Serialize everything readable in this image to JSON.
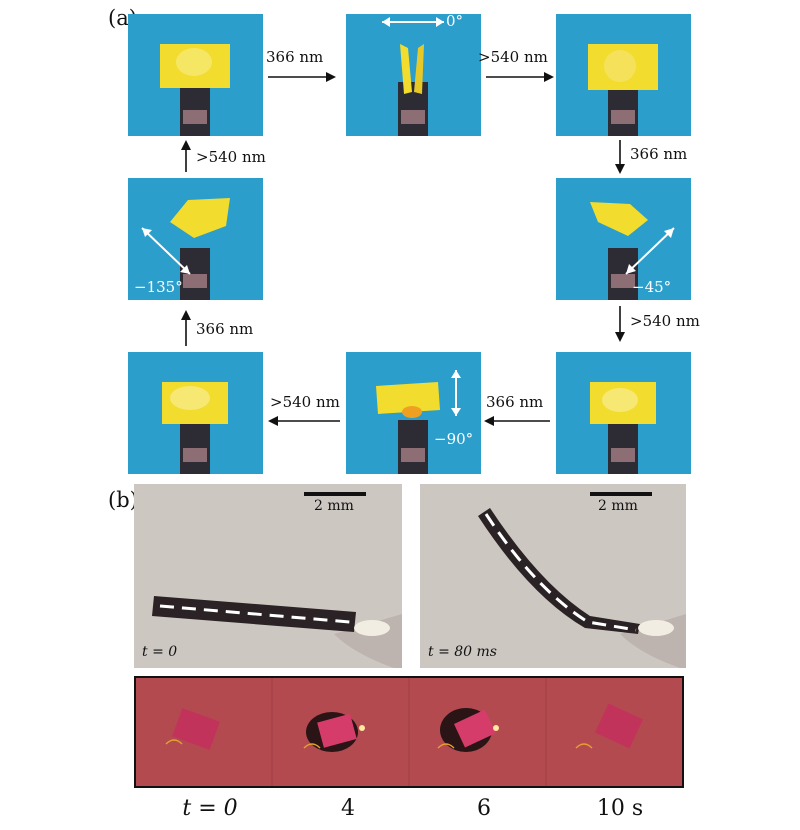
{
  "panel_a": {
    "label": "(a)",
    "arrow_labels": {
      "top_left": "366 nm",
      "top_right": ">540 nm",
      "right_upper": "366 nm",
      "right_lower": ">540 nm",
      "bottom_right": "366 nm",
      "bottom_left": ">540 nm",
      "left_lower": "366 nm",
      "left_upper": ">540 nm"
    },
    "angles": {
      "top_middle": "0°",
      "right_middle": "−45°",
      "bottom_middle": "−90°",
      "left_middle": "−135°"
    },
    "colors": {
      "tile": "#2b9ecb",
      "film": "#f2dc2e",
      "arrow": "#111111",
      "white_arrow": "#ffffff"
    }
  },
  "panel_b": {
    "label": "(b)",
    "scale_bar_left": "2 mm",
    "scale_bar_right": "2 mm",
    "time_left": "t = 0",
    "time_right": "t = 80 ms",
    "strip_times": [
      "t = 0",
      "4",
      "6",
      "10 s"
    ],
    "colors": {
      "photo_bg": "#c9c3be",
      "strip_bg": "#b34a4f",
      "object": "#d63c6a"
    }
  }
}
